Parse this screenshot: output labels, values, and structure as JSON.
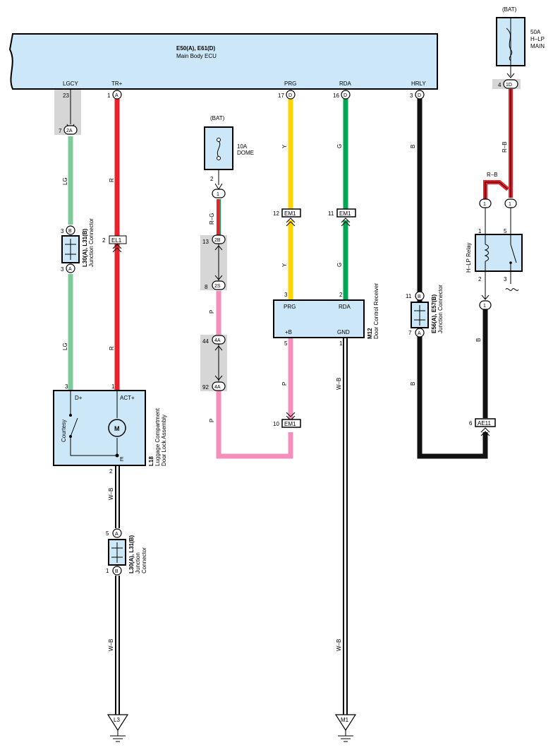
{
  "ecu": {
    "ref": "E50(A), E61(D)",
    "name": "Main Body ECU"
  },
  "ecu_terminals": {
    "lgcy": {
      "label": "LGCY",
      "pin": "23"
    },
    "tr": {
      "label": "TR+",
      "pin": "1",
      "conn": "A"
    },
    "prg": {
      "label": "PRG",
      "pin": "17",
      "conn": "D"
    },
    "rda": {
      "label": "RDA",
      "pin": "16",
      "conn": "D"
    },
    "hrly": {
      "label": "HRLY",
      "pin": "3",
      "conn": "D"
    }
  },
  "junctions": {
    "j2a": {
      "pin": "7",
      "code": "2A"
    },
    "el1": {
      "pin": "2",
      "code": "EL1"
    },
    "j1": {
      "pin": "2",
      "code": "1"
    },
    "j2b": {
      "pin": "13",
      "code": "2B"
    },
    "j2s": {
      "pin": "8",
      "code": "2S"
    },
    "j4a_top": {
      "pin": "44",
      "code": "4A"
    },
    "j4a_bot": {
      "pin": "92",
      "code": "4A"
    },
    "em1_prg": {
      "pin": "12",
      "code": "EM1"
    },
    "em1_rda": {
      "pin": "11",
      "code": "EM1"
    },
    "em1_b": {
      "pin": "10",
      "code": "EM1"
    },
    "ae11": {
      "pin": "6",
      "code": "AE11"
    },
    "bat_1d": {
      "pin": "4",
      "code": "1D"
    }
  },
  "wires": {
    "lg": "LG",
    "r": "R",
    "rg": "R–G",
    "p": "P",
    "y": "Y",
    "g": "G",
    "b": "B",
    "wb": "W–B",
    "rb": "R–B"
  },
  "colors": {
    "lg": "#7dc99a",
    "r": "#e8212b",
    "y": "#ffd500",
    "g": "#00a651",
    "p": "#f48fbc",
    "b": "#111111",
    "box": "#cce8f8"
  },
  "fuses": {
    "dome": {
      "source": "(BAT)",
      "rating": "10A",
      "name": "DOME"
    },
    "hlp": {
      "source": "(BAT)",
      "rating": "50A",
      "line2": "H–LP",
      "line3": "MAIN"
    }
  },
  "jc_left": {
    "ref": "L30(A), L31(B)",
    "name": "Junction Connector",
    "top_pin": "3",
    "top_conn": "B",
    "bot_pin": "3",
    "bot_conn": "A"
  },
  "jc_left2": {
    "ref": "L30(A), L31(B)",
    "name1": "Junction",
    "name2": "Connector",
    "top_pin": "5",
    "top_conn": "A",
    "bot_pin": "1",
    "bot_conn": "B"
  },
  "jc_right": {
    "ref": "E56(A), E57(B)",
    "name": "Junction Connector",
    "top_pin": "11",
    "top_conn": "B",
    "bot_pin": "7",
    "bot_conn": "A"
  },
  "lock": {
    "ref": "L18",
    "name1": "Luggage Compartment",
    "name2": "Door Lock Assembly",
    "pin_dplus": "3",
    "pin_act": "1",
    "pin_e": "2",
    "dplus": "D+",
    "act": "ACT+",
    "e": "E",
    "courtesy": "Courtesy",
    "motor": "M"
  },
  "receiver": {
    "ref": "M12",
    "name": "Door Control Receiver",
    "prg": "PRG",
    "rda": "RDA",
    "b": "+B",
    "gnd": "GND",
    "pin_prg": "3",
    "pin_rda": "2",
    "pin_b": "5",
    "pin_gnd": "1"
  },
  "relay": {
    "name": "H–LP Relay",
    "pin1": "1",
    "pin5": "5",
    "pin2": "2",
    "pin3": "3",
    "conn_left": "1",
    "conn_right": "1",
    "conn_bottom": "1"
  },
  "grounds": {
    "left": "L3",
    "right": "M1"
  }
}
